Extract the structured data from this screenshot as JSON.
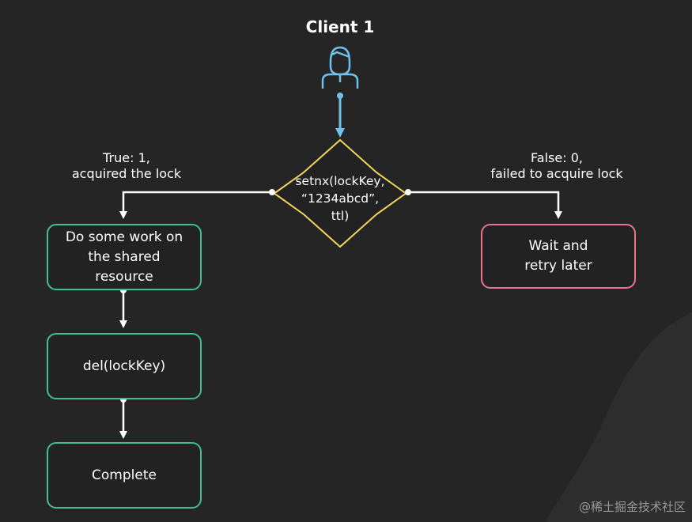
{
  "client": {
    "title": "Client 1",
    "icon": "user-icon"
  },
  "decision": {
    "lines": [
      "setnx(lockKey,",
      "“1234abcd”,",
      "ttl)"
    ]
  },
  "branches": {
    "true_label": [
      "True: 1,",
      "acquired the lock"
    ],
    "false_label": [
      "False: 0,",
      "failed to acquire lock"
    ]
  },
  "steps": {
    "work": [
      "Do some work on",
      "the shared",
      "resource"
    ],
    "delete": "del(lockKey)",
    "complete": "Complete",
    "wait": [
      "Wait and",
      "retry later"
    ]
  },
  "watermark": "@稀土掘金技术社区",
  "colors": {
    "background": "#252525",
    "client": "#6ec1ea",
    "decision": "#f2d55b",
    "success": "#3fbf96",
    "failure": "#e8738e",
    "connector": "#ffffff"
  }
}
